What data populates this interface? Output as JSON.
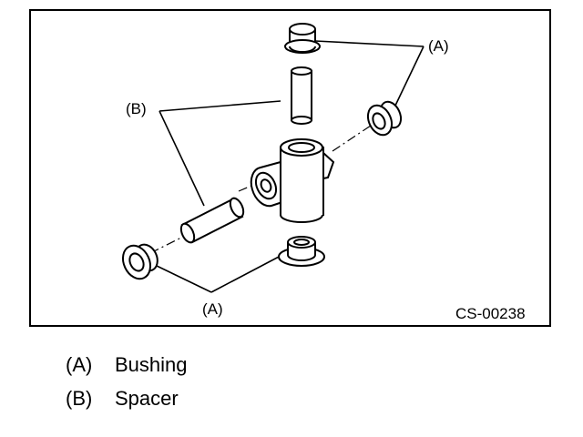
{
  "figure": {
    "code": "CS-00238",
    "callouts": {
      "a_top": "(A)",
      "a_bottom": "(A)",
      "b": "(B)"
    }
  },
  "legend": {
    "items": [
      {
        "key": "(A)",
        "label": "Bushing"
      },
      {
        "key": "(B)",
        "label": "Spacer"
      }
    ]
  }
}
